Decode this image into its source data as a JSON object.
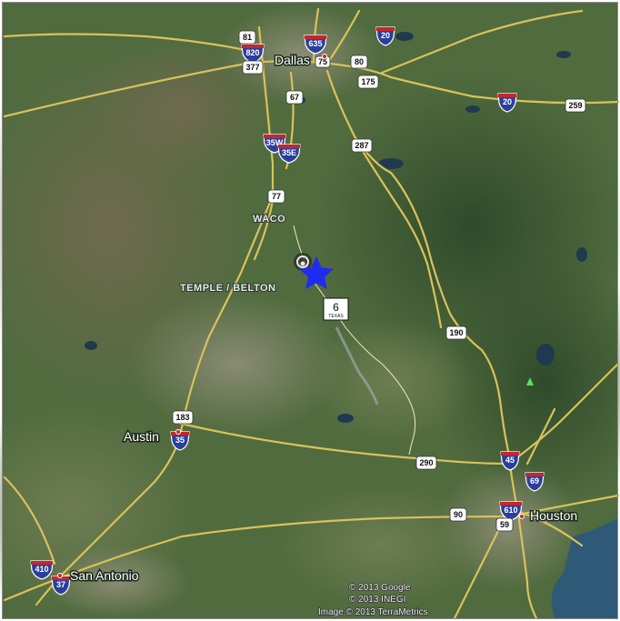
{
  "map": {
    "cities": {
      "dallas": "Dallas",
      "austin": "Austin",
      "houston": "Houston",
      "san_antonio": "San Antonio"
    },
    "regions": {
      "waco": "WACO",
      "temple_belton": "TEMPLE / BELTON"
    },
    "interstates": {
      "i820": "820",
      "i635": "635",
      "i20_ne": "20",
      "i20_e": "20",
      "i35w": "35W",
      "i35e": "35E",
      "i35_austin": "35",
      "i45": "45",
      "i69": "69",
      "i610": "610",
      "i410": "410",
      "i37": "37"
    },
    "us_routes": {
      "r81": "81",
      "r377": "377",
      "r75": "75",
      "r80": "80",
      "r175": "175",
      "r67": "67",
      "r287": "287",
      "r77": "77",
      "r259": "259",
      "r190": "190",
      "r183": "183",
      "r290": "290",
      "r90": "90",
      "r59": "59"
    },
    "state_highway": {
      "number": "6",
      "label": "TEXAS"
    },
    "attribution": {
      "line1": "© 2013 Google",
      "line2": "© 2013 INEGI",
      "line3": "Image © 2013 TerraMetrics"
    },
    "colors": {
      "terrain": "#4f6a3c",
      "roads": "#d9c25a",
      "marker_star": "#1f2cf0",
      "interstate_shield": "#2a3f9c",
      "interstate_top": "#c8262c",
      "lakes": "#1f3a4e",
      "gulf": "#2e5a78"
    },
    "icons": [
      "star-marker-icon",
      "location-pin-icon"
    ]
  }
}
